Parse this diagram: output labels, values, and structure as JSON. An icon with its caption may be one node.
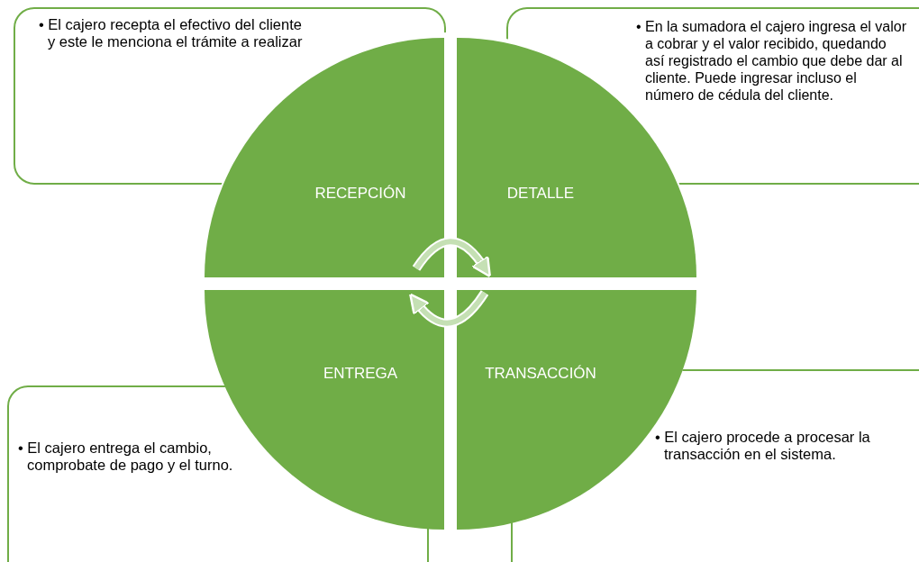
{
  "diagram": {
    "nodes": [
      {
        "text": [
          "• El cajero recepta el efectivo del cliente y este le menciona el trámite a realizar"
        ]
      },
      {
        "text": [
          "• En la sumadora el cajero ingresa el valor a cobrar y el valor recibido, quedando así registrado el cambio que debe dar al cliente. Puede ingresar incluso el número de cédula del cliente."
        ]
      },
      {
        "text": [
          "RECEPCIÓN"
        ]
      },
      {
        "text": [
          "DETALLE"
        ]
      },
      {
        "text": [
          "ENTREGA"
        ]
      },
      {
        "text": [
          "TRANSACCIÓN"
        ]
      },
      {
        "text": [
          "• El cajero entrega el cambio, comprobate de pago y el turno."
        ]
      },
      {
        "text": [
          "• El cajero procede a procesar la transacción en el sistema."
        ]
      }
    ],
    "edges": [
      {
        "from": 2,
        "to": 3,
        "arrow": "to"
      },
      {
        "from": 5,
        "to": 4,
        "arrow": "to"
      }
    ]
  }
}
